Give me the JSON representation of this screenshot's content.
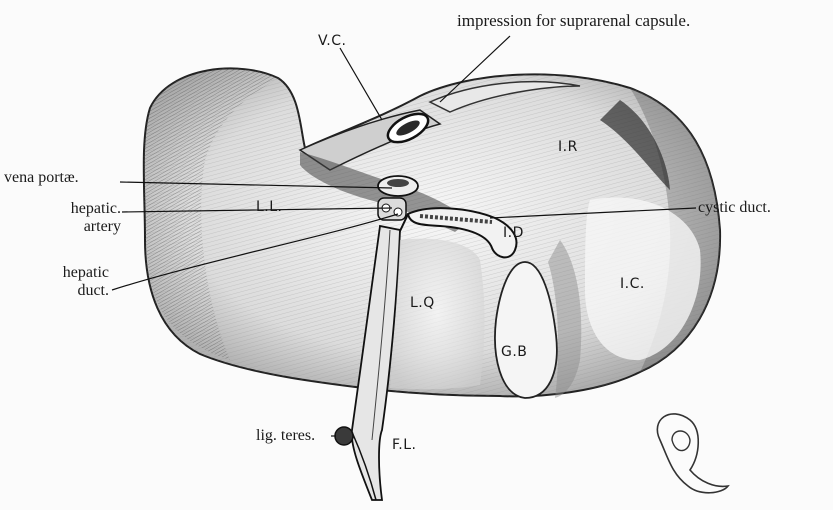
{
  "figure": {
    "labels": {
      "impression": "impression for suprarenal capsule.",
      "vena_cava": "V.C.",
      "vena_portae": "vena portæ.",
      "hepatic_artery_1": "hepatic.",
      "hepatic_artery_2": "artery",
      "hepatic_duct_1": "hepatic",
      "hepatic_duct_2": "duct.",
      "left_lobe": "L.L.",
      "impression_renal": "I.R",
      "cystic_duct": "cystic duct.",
      "impression_duodenal": "I.D",
      "impression_colic": "I.C.",
      "lobus_quadratus": "L.Q",
      "gall_bladder": "G.B",
      "lig_teres": "lig. teres.",
      "fissure_ligament": "F.L."
    }
  }
}
